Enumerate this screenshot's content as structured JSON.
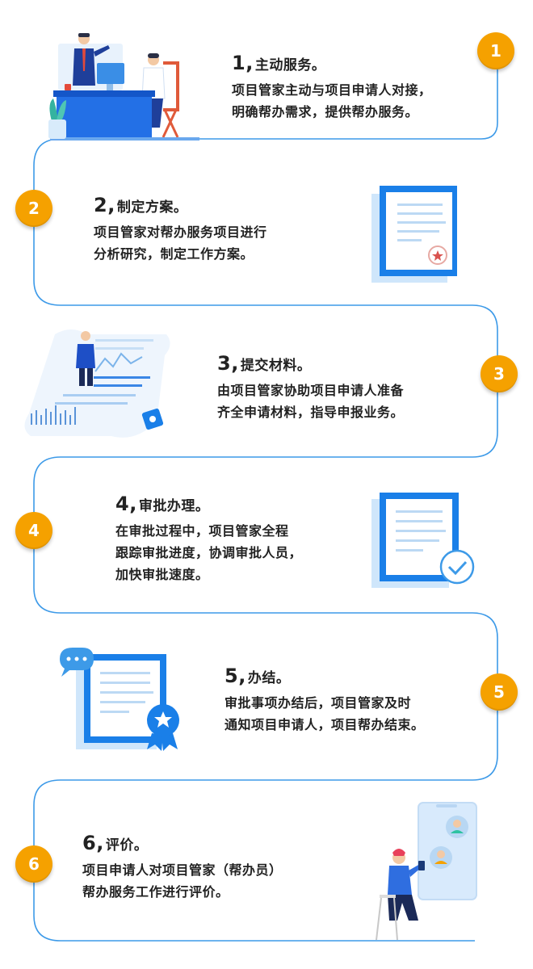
{
  "steps": [
    {
      "badge": "1",
      "num": "1,",
      "title": "主动服务。",
      "lines": [
        "项目管家主动与项目申请人对接，",
        "明确帮办需求，提供帮办服务。"
      ]
    },
    {
      "badge": "2",
      "num": "2,",
      "title": "制定方案。",
      "lines": [
        "项目管家对帮办服务项目进行",
        "分析研究，制定工作方案。"
      ]
    },
    {
      "badge": "3",
      "num": "3,",
      "title": "提交材料。",
      "lines": [
        "由项目管家协助项目申请人准备",
        "齐全申请材料，指导申报业务。"
      ]
    },
    {
      "badge": "4",
      "num": "4,",
      "title": "审批办理。",
      "lines": [
        "在审批过程中，项目管家全程",
        "跟踪审批进度，协调审批人员，",
        "加快审批速度。"
      ]
    },
    {
      "badge": "5",
      "num": "5,",
      "title": "办结。",
      "lines": [
        "审批事项办结后，项目管家及时",
        "通知项目申请人，项目帮办结束。"
      ]
    },
    {
      "badge": "6",
      "num": "6,",
      "title": "评价。",
      "lines": [
        "项目申请人对项目管家（帮办员）",
        "帮办服务工作进行评价。"
      ]
    }
  ],
  "colors": {
    "path": "#3d9ae8",
    "badge": "#f5a100",
    "accent": "#1a7fe8",
    "light": "#cfe6fb"
  },
  "icons": [
    "meeting-illustration",
    "document-seal-illustration",
    "report-chart-illustration",
    "document-check-illustration",
    "document-award-illustration",
    "phone-review-illustration"
  ]
}
